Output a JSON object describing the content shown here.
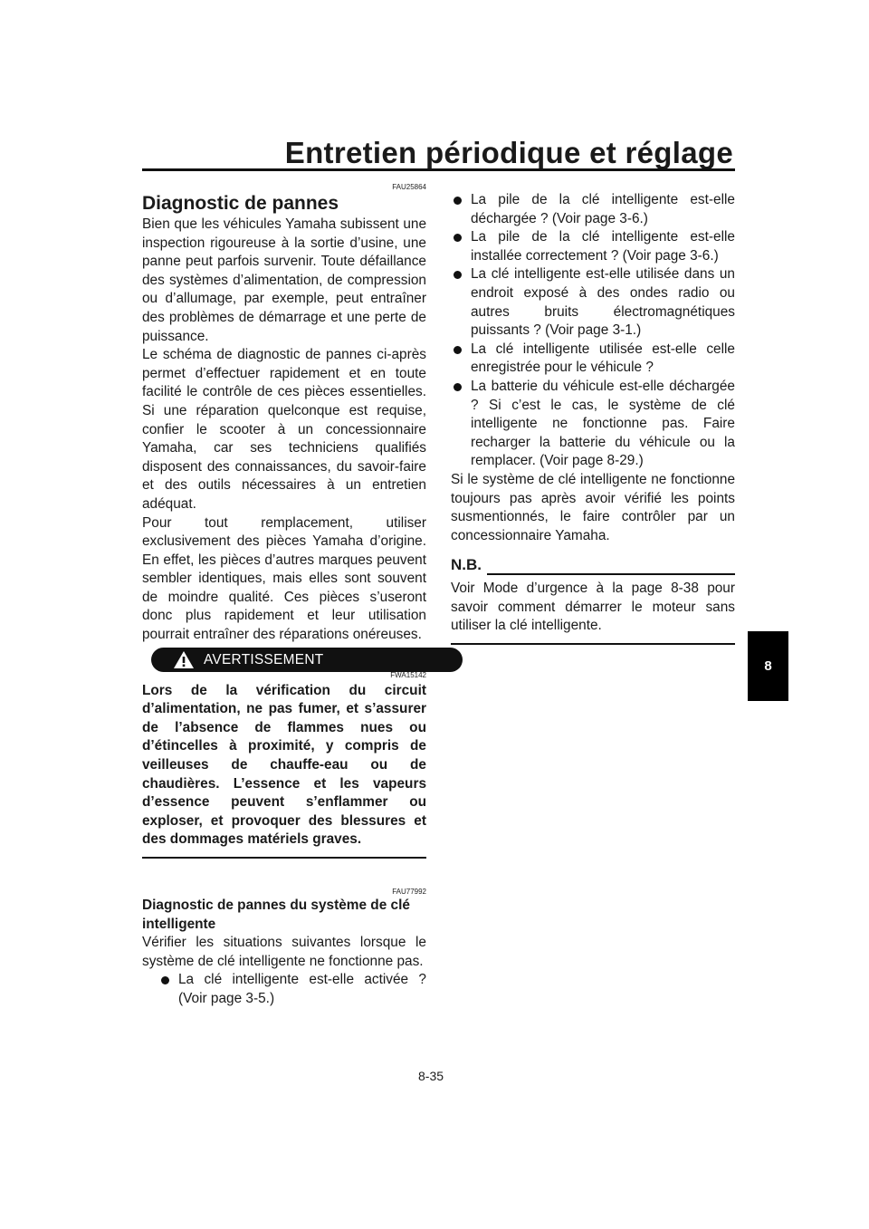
{
  "header": {
    "title": "Entretien périodique et réglage"
  },
  "chapter_tab": {
    "number": "8"
  },
  "left": {
    "code1": "FAU25864",
    "heading": "Diagnostic de pannes",
    "p1": "Bien que les véhicules Yamaha subissent une inspection rigoureuse à la sortie d’usine, une panne peut parfois survenir. Toute défaillance des systèmes d’alimentation, de compression ou d’allumage, par exemple, peut entraîner des problèmes de démarrage et une perte de puissance.",
    "p2": "Le schéma de diagnostic de pannes ci-après permet d’effectuer rapidement et en toute facilité le contrôle de ces pièces essentielles. Si une réparation quelconque est requise, confier le scooter à un concessionnaire Yamaha, car ses techniciens qualifiés disposent des connaissances, du savoir-faire et des outils nécessaires à un entretien adéquat.",
    "p3": "Pour tout remplacement, utiliser exclusivement des pièces Yamaha d’origine. En effet, les pièces d’autres marques peuvent sembler identiques, mais elles sont souvent de moindre qualité. Ces pièces s’useront donc plus rapidement et leur utilisation pourrait entraîner des réparations onéreuses.",
    "warning_label": "AVERTISSEMENT",
    "warning_code": "FWA15142",
    "warning_text": "Lors de la vérification du circuit d’alimentation, ne pas fumer, et s’assurer de l’absence de flammes nues ou d’étincelles à proximité, y compris de veilleuses de chauffe-eau ou de chaudières. L’essence et les vapeurs d’essence peuvent s’enflammer ou exploser, et provoquer des blessures et des dommages matériels graves.",
    "code2": "FAU77992",
    "subheading": "Diagnostic de pannes du système de clé intelligente",
    "p4": "Vérifier les situations suivantes lorsque le système de clé intelligente ne fonctionne pas.",
    "bullet1": "La clé intelligente est-elle activée ? (Voir page 3-5.)"
  },
  "right": {
    "bullets": [
      "La pile de la clé intelligente est-elle déchargée ? (Voir page 3-6.)",
      "La pile de la clé intelligente est-elle installée correctement ? (Voir page 3-6.)",
      "La clé intelligente est-elle utilisée dans un endroit exposé à des ondes radio ou autres bruits électromagnétiques puissants ? (Voir page 3-1.)",
      "La clé intelligente utilisée est-elle celle enregistrée pour le véhicule ?",
      "La batterie du véhicule est-elle déchargée ? Si c’est le cas, le système de clé intelligente ne fonctionne pas. Faire recharger la batterie du véhicule ou la remplacer. (Voir page 8-29.)"
    ],
    "p1": "Si le système de clé intelligente ne fonctionne toujours pas après avoir vérifié les points susmentionnés, le faire contrôler par un concessionnaire Yamaha.",
    "nb_label": "N.B.",
    "nb_text": "Voir Mode d’urgence à la page 8-38 pour savoir comment démarrer le moteur sans utiliser la clé intelligente."
  },
  "footer": {
    "page_number": "8-35"
  }
}
